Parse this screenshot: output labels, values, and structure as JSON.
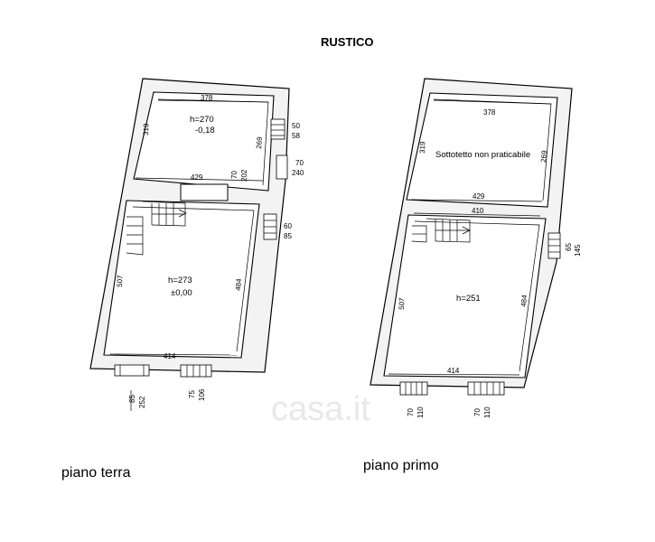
{
  "title": "RUSTICO",
  "watermark": "casa.it",
  "ground_floor": {
    "caption": "piano terra",
    "room_top": {
      "height_label": "h=270",
      "level_label": "-0,18"
    },
    "room_main": {
      "height_label": "h=273",
      "level_label": "±0,00"
    },
    "dims": {
      "top_width": "378",
      "top_left": "319",
      "top_right": "269",
      "top_bottom": "429",
      "win1_w": "50",
      "win1_h": "58",
      "door_w": "70",
      "door_h": "240",
      "mid_v1": "70",
      "mid_v2": "202",
      "win2_w": "60",
      "win2_h": "85",
      "main_left": "507",
      "main_right": "484",
      "main_bottom": "414",
      "bottom_win1_w": "85",
      "bottom_win1_h": "252",
      "bottom_win2_w": "75",
      "bottom_win2_h": "106"
    }
  },
  "first_floor": {
    "caption": "piano primo",
    "room_top": {
      "label": "Sottotetto non praticabile"
    },
    "room_main": {
      "height_label": "h=251"
    },
    "dims": {
      "top_width": "378",
      "top_left": "319",
      "top_right": "269",
      "top_bottom": "429",
      "main_top": "410",
      "main_left": "507",
      "main_right": "484",
      "main_bottom": "414",
      "side_win_w": "65",
      "side_win_h": "145",
      "bottom_win1_w": "70",
      "bottom_win1_h": "110",
      "bottom_win2_w": "70",
      "bottom_win2_h": "110"
    }
  }
}
